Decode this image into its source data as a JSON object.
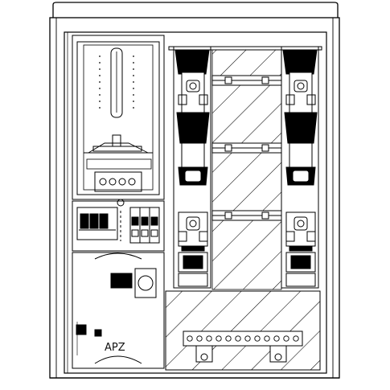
{
  "drawing": {
    "apz_label": "APZ",
    "line_color": "#000000",
    "background_color": "#ffffff",
    "fuse_fill": "#000000",
    "hatch_color": "#000000"
  },
  "components": {
    "cabinet": "distribution-cabinet",
    "meter_panel": "meter-panel",
    "control_panel": "control-panel",
    "apz_module": "apz-module",
    "fuse_columns": [
      "fuse-column-left",
      "fuse-column-right"
    ],
    "busbar": "neutral-busbar"
  }
}
